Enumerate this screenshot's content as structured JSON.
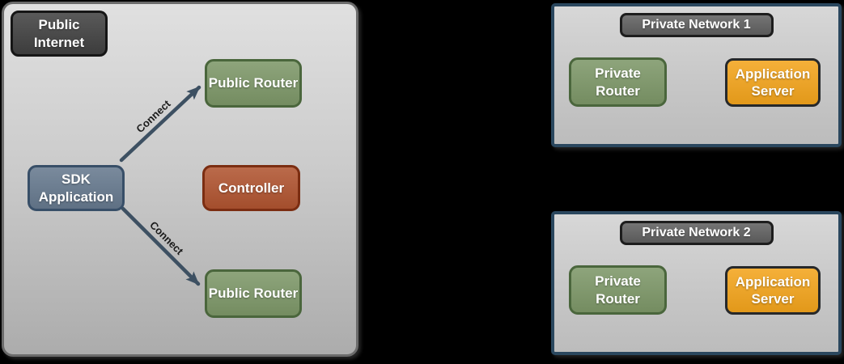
{
  "diagram": {
    "internet_panel": {
      "badge_label": "Public Internet",
      "nodes": {
        "public_router_top": {
          "label": "Public Router"
        },
        "sdk_application": {
          "label": "SDK Application"
        },
        "controller": {
          "label": "Controller"
        },
        "public_router_bottom": {
          "label": "Public Router"
        }
      },
      "connections": [
        {
          "label": "Connect",
          "from": "SDK Application",
          "to": "Public Router (top)"
        },
        {
          "label": "Connect",
          "from": "SDK Application",
          "to": "Public Router (bottom)"
        }
      ]
    },
    "private_networks": [
      {
        "title": "Private Network 1",
        "nodes": {
          "private_router": {
            "label": "Private Router"
          },
          "application_server": {
            "label": "Application Server"
          }
        }
      },
      {
        "title": "Private Network 2",
        "nodes": {
          "private_router": {
            "label": "Private Router"
          },
          "application_server": {
            "label": "Application Server"
          }
        }
      }
    ],
    "colors": {
      "page_background": "#000000",
      "internet_panel_border": "#6b6b6b",
      "private_panel_border": "#2a475e",
      "dark_badge_fill": "#414141",
      "gray_badge_fill": "#606060",
      "router_green_fill": "#7d9768",
      "router_green_border": "#4a663c",
      "sdk_slate_fill": "#66798e",
      "sdk_slate_border": "#384f68",
      "controller_rust_fill": "#b05430",
      "controller_rust_border": "#7b2d11",
      "server_orange_fill": "#f3a41c",
      "server_orange_border": "#26282a",
      "arrow_color": "#3d5062"
    }
  }
}
